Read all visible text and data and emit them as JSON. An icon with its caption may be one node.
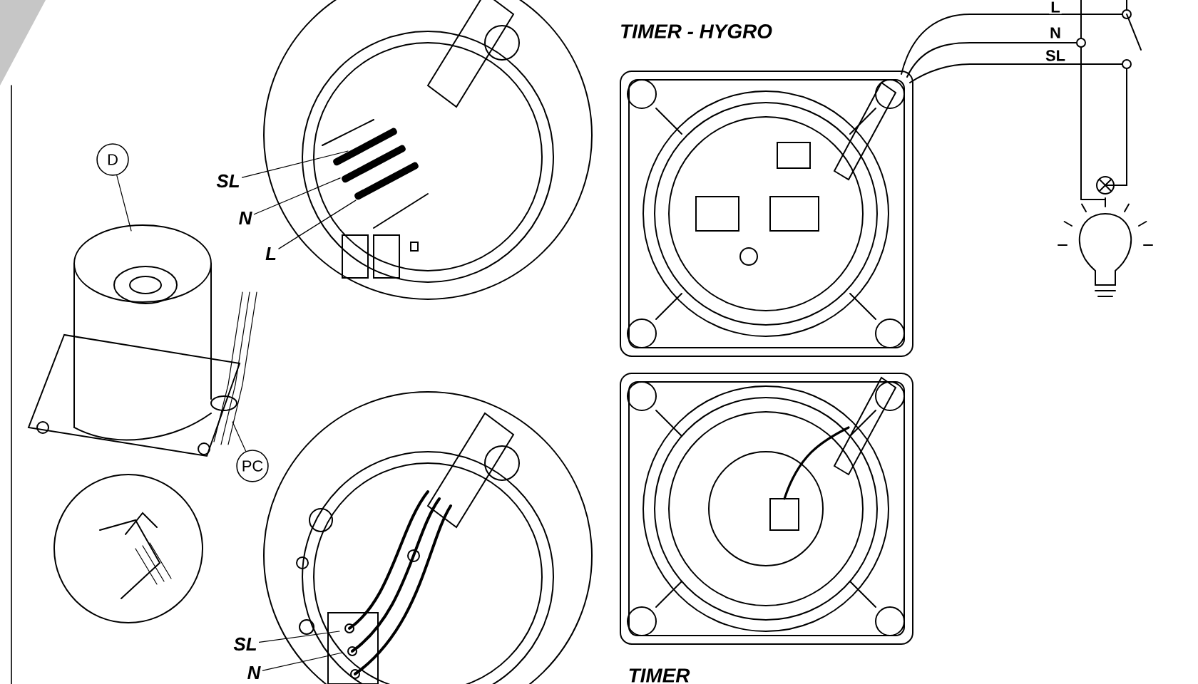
{
  "diagram": {
    "nodes": [
      {
        "text": [
          "SL"
        ]
      },
      {
        "text": [
          "N"
        ]
      },
      {
        "text": [
          "L"
        ]
      },
      {
        "text": [
          "D"
        ]
      },
      {
        "text": [
          "PC"
        ]
      },
      {
        "text": [
          "SL"
        ]
      },
      {
        "text": [
          "N"
        ]
      },
      {
        "text": [],
        "shape": "bar"
      },
      {
        "text": [],
        "shape": "bar"
      },
      {
        "text": [],
        "shape": "bar"
      }
    ],
    "edges": [
      {
        "from": 0,
        "to": 7,
        "arrow": "none"
      },
      {
        "from": 1,
        "to": 8,
        "arrow": "none"
      },
      {
        "from": 2,
        "to": 9,
        "arrow": "none"
      },
      {
        "from": 3,
        "to": null,
        "arrow": "none"
      },
      {
        "from": 4,
        "to": null,
        "arrow": "none"
      },
      {
        "from": 5,
        "to": null,
        "arrow": "none"
      },
      {
        "from": 6,
        "to": null,
        "arrow": "none"
      }
    ],
    "labels": [
      "TIMER - HYGRO",
      "L",
      "N",
      "SL",
      "TIMER"
    ]
  }
}
